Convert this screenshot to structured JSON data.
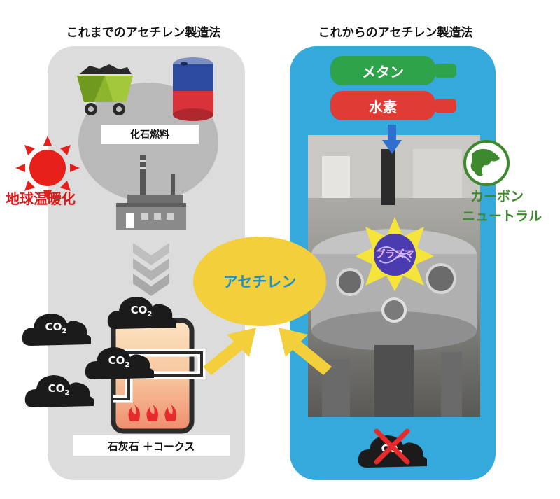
{
  "left": {
    "title": "これまでのアセチレン製造法",
    "fossil_label": "化石燃料",
    "limestone_label": "石灰石 ＋コークス",
    "warming_label": "地球温暖化"
  },
  "right": {
    "title": "これからのアセチレン製造法",
    "methane_label": "メタン",
    "hydrogen_label": "水素",
    "plasma_label": "プラズマ",
    "carbon_neutral_line1": "カーボン",
    "carbon_neutral_line2": "ニュートラル"
  },
  "center": {
    "acetylene_label": "アセチレン"
  },
  "co2": {
    "main": "CO",
    "sub": "2"
  },
  "colors": {
    "left_panel": "#dcdcdc",
    "right_panel": "#35a9dc",
    "acetylene_ellipse": "#f2cf3b",
    "methane_tank": "#2fa34a",
    "hydrogen_tank": "#e03b35",
    "warning_red": "#d71a1a",
    "neutral_green": "#3d8a2e"
  },
  "icons": [
    "coal-cart-icon",
    "oil-drum-icon",
    "factory-icon",
    "down-arrow-icon",
    "furnace-icon",
    "sun-icon",
    "globe-icon",
    "yellow-arrow-icon",
    "blue-arrow-icon",
    "plasma-star-icon",
    "cross-icon",
    "co2-cloud-icon"
  ]
}
